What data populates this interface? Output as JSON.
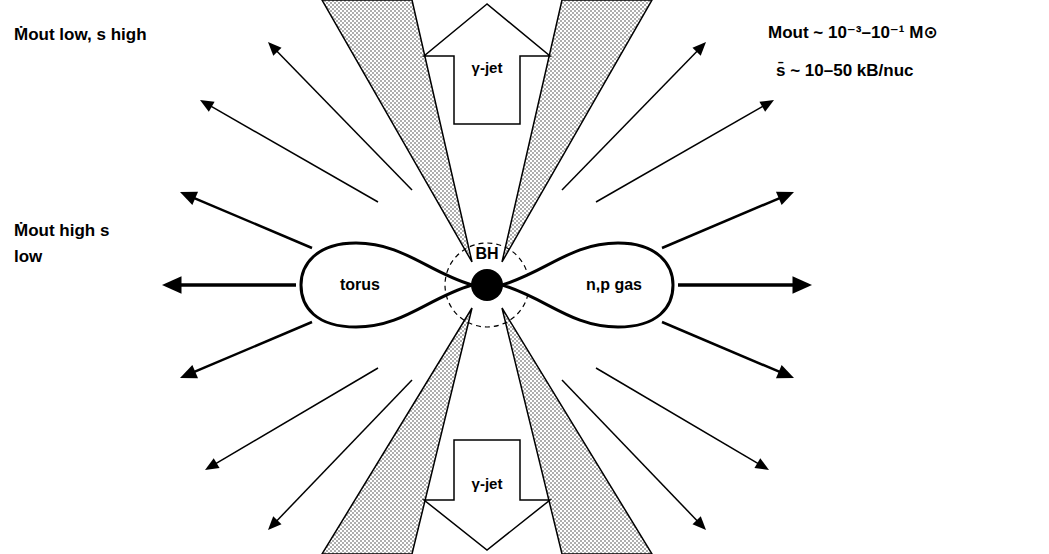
{
  "diagram": {
    "nodes": [
      {
        "text": [
          "γ-jet"
        ]
      },
      {
        "text": [
          "torus"
        ]
      },
      {
        "text": [
          "BH"
        ]
      },
      {
        "text": [
          "n,p gas"
        ]
      },
      {
        "text": [
          "γ-jet"
        ]
      }
    ],
    "labels": [
      "Ṁout low, s high",
      "Ṁout high s low",
      "Mout ~ 10⁻³–10⁻¹ M⊙",
      "s̄ ~ 10–50 kB/nuc"
    ]
  }
}
